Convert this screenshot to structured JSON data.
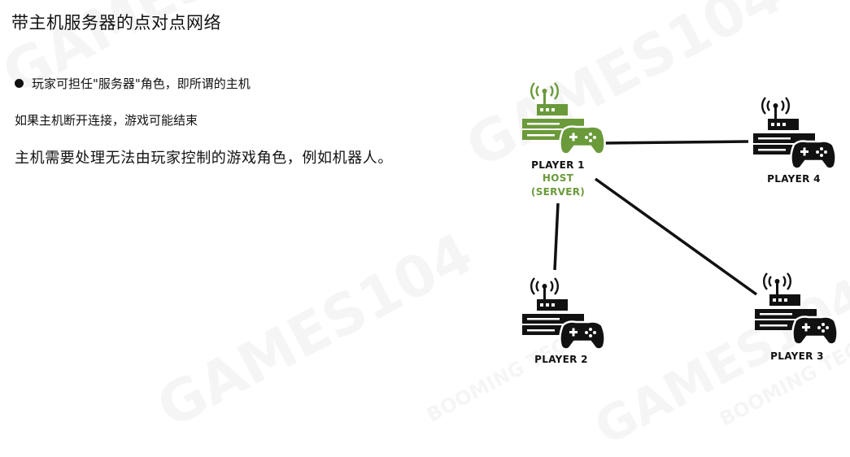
{
  "title": "带主机服务器的点对点网络",
  "bullets": {
    "item1": "玩家可担任\"服务器\"角色，即所谓的主机",
    "item2": "如果主机断开连接，游戏可能结束",
    "item3": "主机需要处理无法由玩家控制的游戏角色，例如机器人。"
  },
  "watermark": {
    "brand": "GAMES104",
    "sub": "BOOMING TECH"
  },
  "colors": {
    "host": "#6a9a3a",
    "node": "#111111",
    "link": "#111111"
  },
  "diagram": {
    "nodes": [
      {
        "id": "p1",
        "name": "PLAYER 1",
        "role_line1": "HOST",
        "role_line2": "(SERVER)",
        "is_host": true
      },
      {
        "id": "p4",
        "name": "PLAYER 4"
      },
      {
        "id": "p2",
        "name": "PLAYER 2"
      },
      {
        "id": "p3",
        "name": "PLAYER 3"
      }
    ],
    "links": [
      {
        "from": "p1",
        "to": "p4"
      },
      {
        "from": "p1",
        "to": "p2"
      },
      {
        "from": "p1",
        "to": "p3"
      }
    ]
  }
}
